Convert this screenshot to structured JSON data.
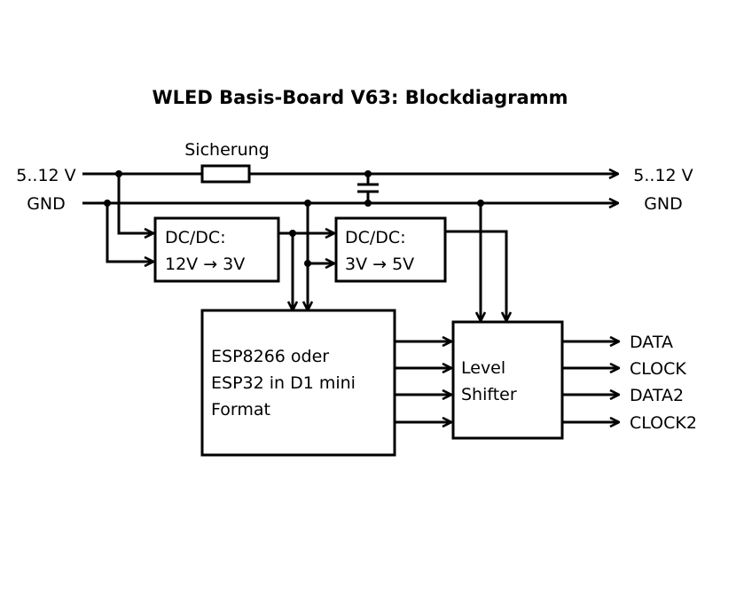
{
  "title": "WLED Basis-Board V63: Blockdiagramm",
  "rails": {
    "input_power": "5..12 V",
    "input_ground": "GND",
    "output_power": "5..12 V",
    "output_ground": "GND"
  },
  "fuse": {
    "label": "Sicherung"
  },
  "capacitor": {
    "label": ""
  },
  "blocks": {
    "dcdc_12v_3v": {
      "line1": "DC/DC:",
      "line2": "12V → 3V"
    },
    "dcdc_3v_5v": {
      "line1": "DC/DC:",
      "line2": "3V → 5V"
    },
    "mcu": {
      "line1": "ESP8266 oder",
      "line2": "ESP32 in D1 mini",
      "line3": "Format"
    },
    "level_shifter": {
      "line1": "Level",
      "line2": "Shifter"
    }
  },
  "outputs": [
    "DATA",
    "CLOCK",
    "DATA2",
    "CLOCK2"
  ]
}
